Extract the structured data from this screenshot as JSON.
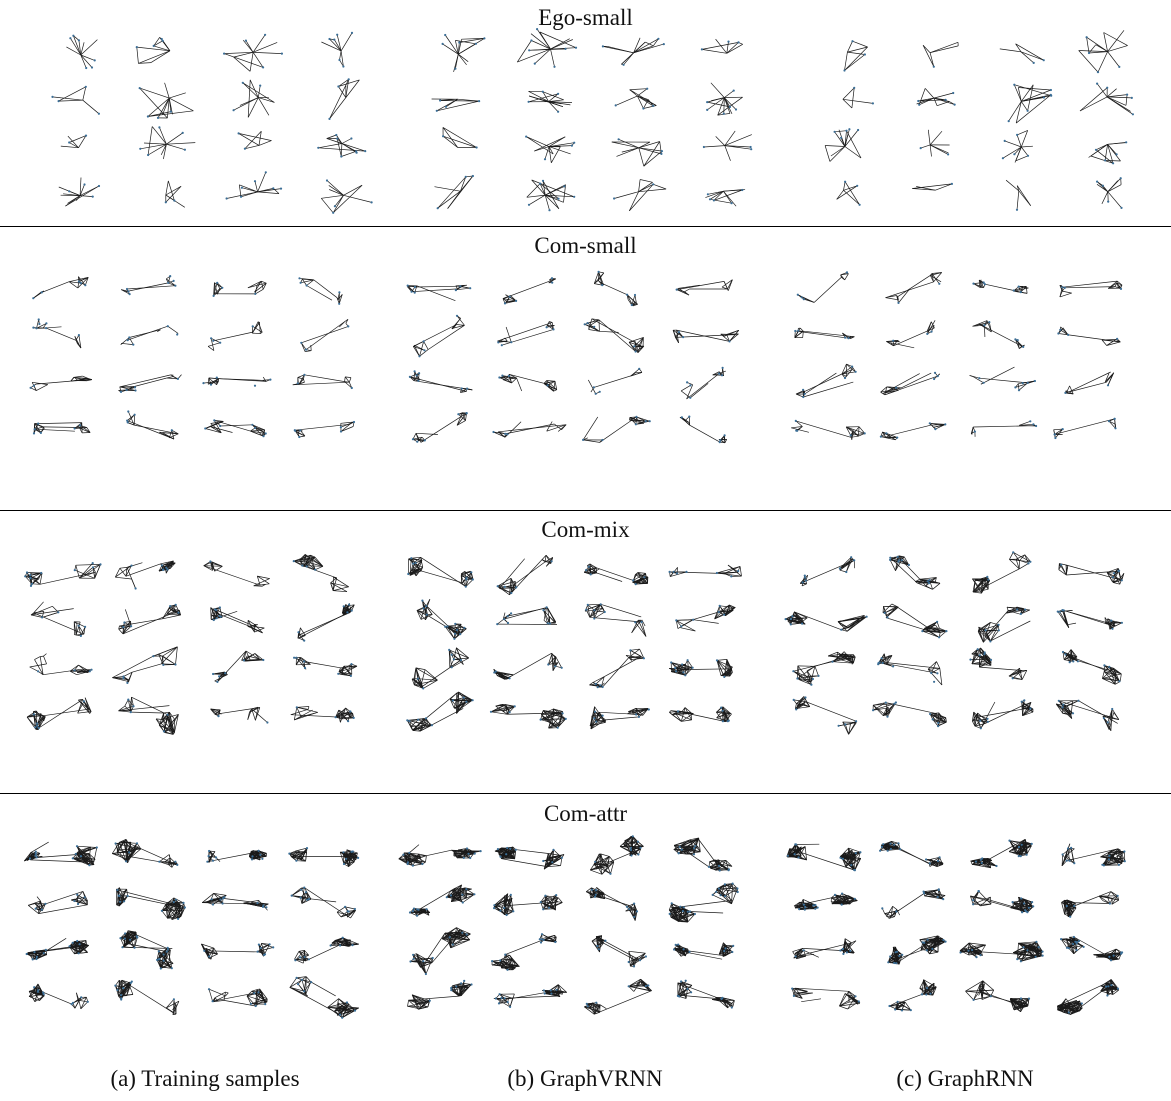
{
  "sections": [
    {
      "title": "Ego-small",
      "kind": "ego"
    },
    {
      "title": "Com-small",
      "kind": "com-small"
    },
    {
      "title": "Com-mix",
      "kind": "com-mix"
    },
    {
      "title": "Com-attr",
      "kind": "com-attr"
    }
  ],
  "columns": [
    {
      "caption": "(a) Training samples"
    },
    {
      "caption": "(b) GraphVRNN"
    },
    {
      "caption": "(c) GraphRNN"
    }
  ],
  "grid": {
    "rows_per_panel": 4,
    "cols_per_panel": 4
  },
  "colors": {
    "edge": "#1a1a1a",
    "node": "#3b6e96",
    "rule": "#000000"
  }
}
